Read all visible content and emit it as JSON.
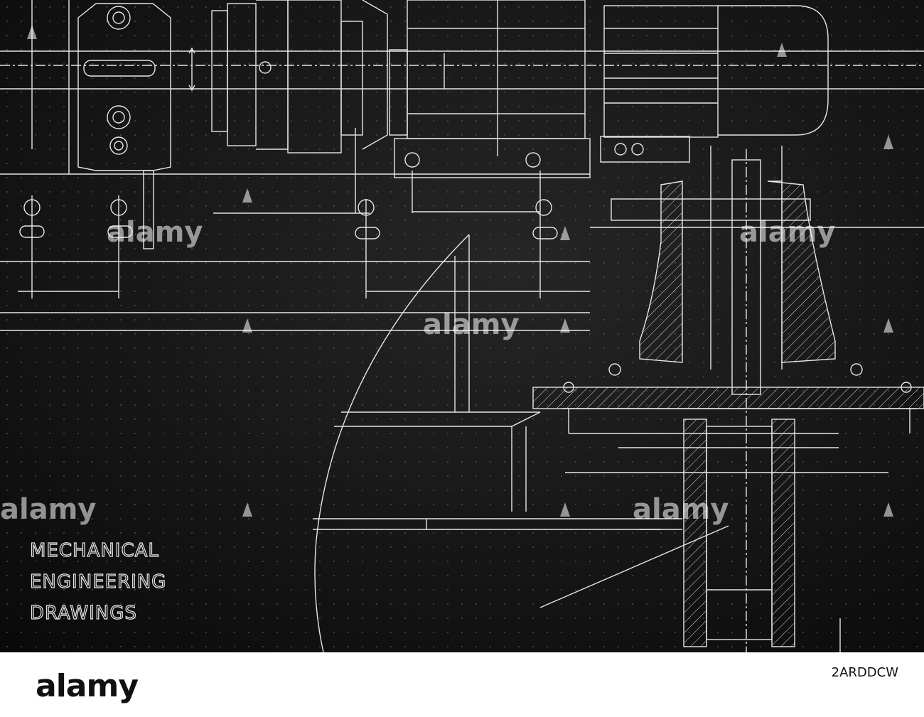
{
  "caption": {
    "line1": "MECHANICAL",
    "line2": "ENGINEERING",
    "line3": "DRAWINGS"
  },
  "watermark": {
    "text": "alamy"
  },
  "footer": {
    "brand": "alamy",
    "image_id": "2ARDDCW"
  },
  "colors": {
    "background": "#101010",
    "line": "#e8e8e8",
    "footer_bg": "#ffffff"
  },
  "icons": [
    "watermark-logo-icon"
  ]
}
